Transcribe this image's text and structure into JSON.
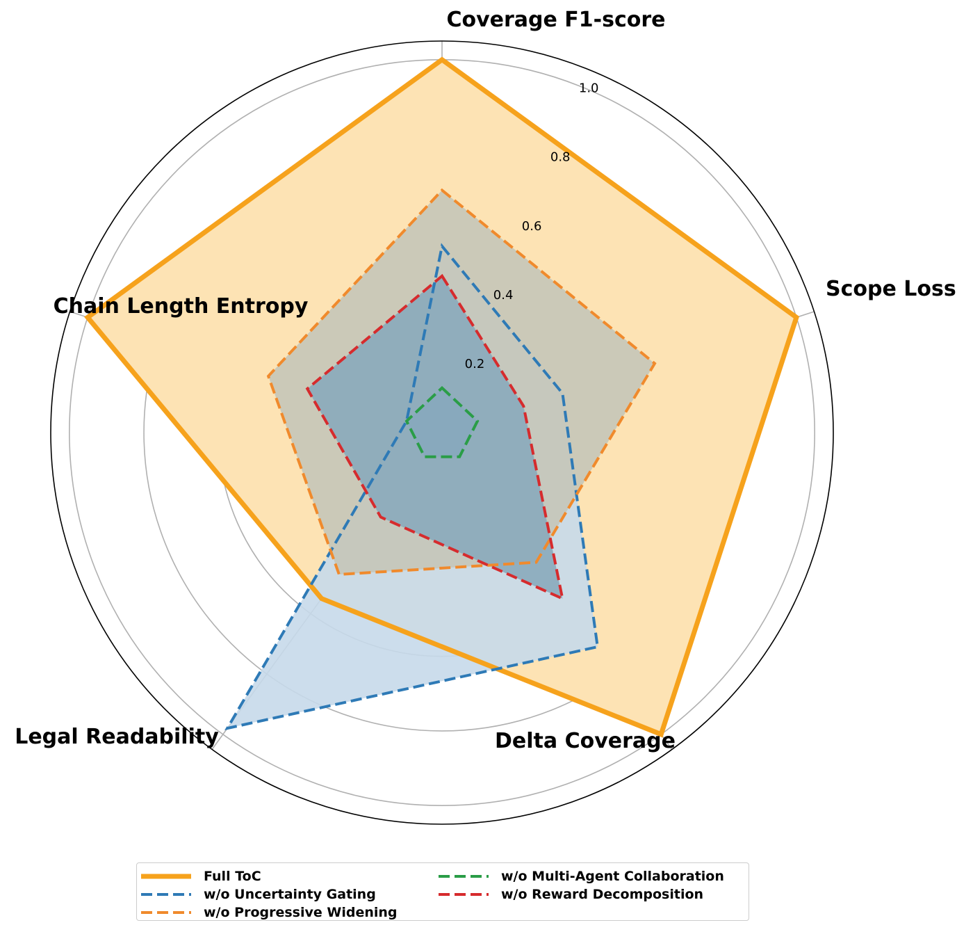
{
  "chart_data": {
    "type": "radar",
    "axes": [
      "Coverage F1-score",
      "Scope Loss",
      "Delta Coverage",
      "Legal Readability",
      "Chain Length Entropy"
    ],
    "rlim": [
      0,
      1.05
    ],
    "rticks": [
      0.2,
      0.4,
      0.6,
      0.8,
      1.0
    ],
    "rtick_labels": [
      "0.2",
      "0.4",
      "0.6",
      "0.8",
      "1.0"
    ],
    "grid": true,
    "legend_placement": "bottom-center",
    "series": [
      {
        "name": "Full ToC",
        "values": [
          1.0,
          1.0,
          1.0,
          0.55,
          1.0
        ],
        "color": "#f6a21c",
        "style": "solid",
        "fill": "#fde3b4"
      },
      {
        "name": "w/o Uncertainty Gating",
        "values": [
          0.5,
          0.34,
          0.71,
          0.98,
          0.1
        ],
        "color": "#2e7ab6",
        "style": "dashed",
        "fill": "#c6d9ea"
      },
      {
        "name": "w/o Progressive Widening",
        "values": [
          0.65,
          0.6,
          0.43,
          0.47,
          0.49
        ],
        "color": "#f08a2c",
        "style": "dashed",
        "fill": "#c5c5b8"
      },
      {
        "name": "w/o Multi-Agent Collaboration",
        "values": [
          0.12,
          0.1,
          0.08,
          0.08,
          0.1
        ],
        "color": "#2a9d47",
        "style": "dashed",
        "fill": "#6fa3c8"
      },
      {
        "name": "w/o Reward Decomposition",
        "values": [
          0.42,
          0.23,
          0.55,
          0.28,
          0.38
        ],
        "color": "#d62b2d",
        "style": "dashed",
        "fill": "#8aaabb"
      }
    ]
  }
}
